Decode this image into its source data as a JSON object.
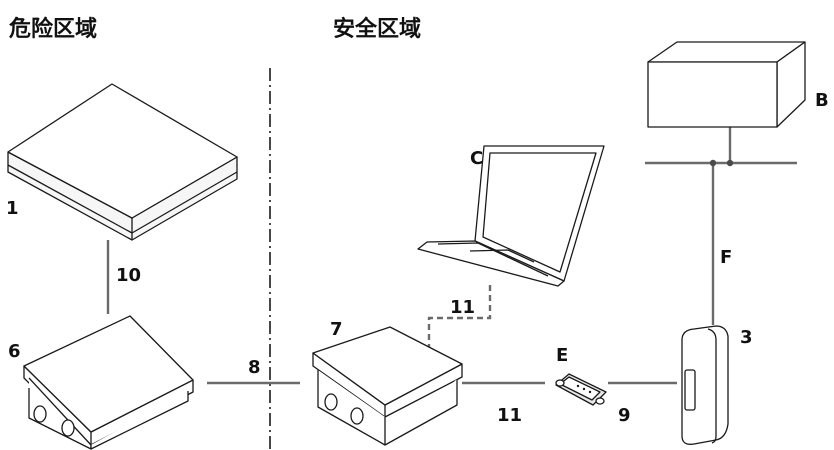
{
  "zones": {
    "hazardous": "危险区域",
    "safe": "安全区域"
  },
  "devices": {
    "scale_platform": "1",
    "junction_box": "6",
    "terminal": "7",
    "power_unit": "3",
    "laptop": "C",
    "external_device": "B",
    "connector": "E"
  },
  "connections": {
    "platform_to_junction": "10",
    "across_barrier": "8",
    "laptop_link": "11",
    "terminal_to_connector": "11",
    "connector_to_power": "9",
    "power_to_network": "F"
  },
  "colors": {
    "line": "#1a1a1a",
    "connection": "#6b6b6b",
    "face": "#ffffff"
  }
}
